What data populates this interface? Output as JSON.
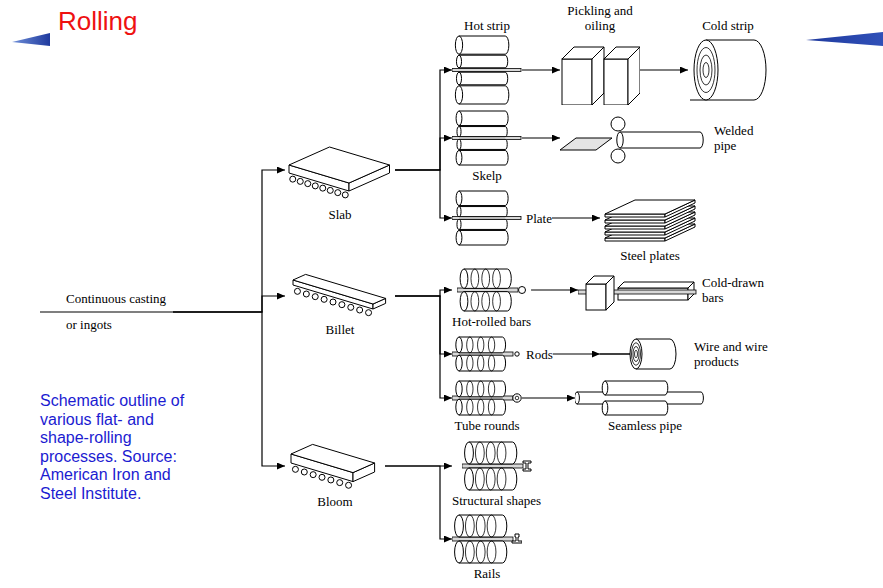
{
  "diagram": {
    "title": "Rolling",
    "caption": "Schematic outline of various flat- and shape-rolling processes. Source: American Iron and Steel Institute.",
    "nodes": [
      {
        "text": [
          "Continuous casting or ingots"
        ]
      },
      {
        "text": [
          "Slab"
        ]
      },
      {
        "text": [
          "Billet"
        ]
      },
      {
        "text": [
          "Bloom"
        ]
      },
      {
        "text": [
          "Hot strip"
        ]
      },
      {
        "text": [
          "Pickling and oiling"
        ]
      },
      {
        "text": [
          "Cold strip"
        ]
      },
      {
        "text": [
          "Skelp"
        ]
      },
      {
        "text": [
          "Welded pipe"
        ]
      },
      {
        "text": [
          "Plate"
        ]
      },
      {
        "text": [
          "Steel plates"
        ]
      },
      {
        "text": [
          "Hot-rolled bars"
        ]
      },
      {
        "text": [
          "Cold-drawn bars"
        ]
      },
      {
        "text": [
          "Rods"
        ]
      },
      {
        "text": [
          "Wire and wire products"
        ]
      },
      {
        "text": [
          "Tube rounds"
        ]
      },
      {
        "text": [
          "Seamless pipe"
        ]
      },
      {
        "text": [
          "Structural shapes"
        ]
      },
      {
        "text": [
          "Rails"
        ]
      }
    ],
    "edges": [
      {
        "from": 0,
        "to": 1,
        "arrow": "to"
      },
      {
        "from": 0,
        "to": 2,
        "arrow": "to"
      },
      {
        "from": 0,
        "to": 3,
        "arrow": "to"
      },
      {
        "from": 1,
        "to": 4,
        "arrow": "to"
      },
      {
        "from": 4,
        "to": 5,
        "arrow": "to"
      },
      {
        "from": 5,
        "to": 6,
        "arrow": "to"
      },
      {
        "from": 1,
        "to": 7,
        "arrow": "to"
      },
      {
        "from": 7,
        "to": 8,
        "arrow": "to"
      },
      {
        "from": 1,
        "to": 9,
        "arrow": "to"
      },
      {
        "from": 9,
        "to": 10,
        "arrow": "to"
      },
      {
        "from": 2,
        "to": 11,
        "arrow": "to"
      },
      {
        "from": 11,
        "to": 12,
        "arrow": "to"
      },
      {
        "from": 2,
        "to": 13,
        "arrow": "to"
      },
      {
        "from": 13,
        "to": 14,
        "arrow": "to"
      },
      {
        "from": 2,
        "to": 15,
        "arrow": "to"
      },
      {
        "from": 15,
        "to": 16,
        "arrow": "to"
      },
      {
        "from": 3,
        "to": 17,
        "arrow": "to"
      },
      {
        "from": 3,
        "to": 18,
        "arrow": "to"
      }
    ]
  }
}
